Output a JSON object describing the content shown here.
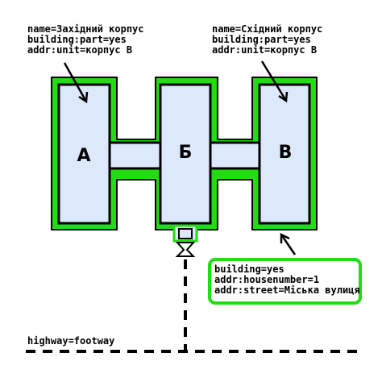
{
  "colors": {
    "outline": "#22dd11",
    "fill": "#dce8fb",
    "stroke": "#000000"
  },
  "blocks": {
    "west": "А",
    "center": "Б",
    "east": "В"
  },
  "tags": {
    "west": [
      "name=Західний корпус",
      "building:part=yes",
      "addr:unit=корпус В"
    ],
    "east": [
      "name=Східний корпус",
      "building:part=yes",
      "addr:unit=корпус В"
    ],
    "building": [
      "building=yes",
      "addr:housenumber=1",
      "addr:street=Міська вулиця"
    ],
    "highway": "highway=footway"
  }
}
